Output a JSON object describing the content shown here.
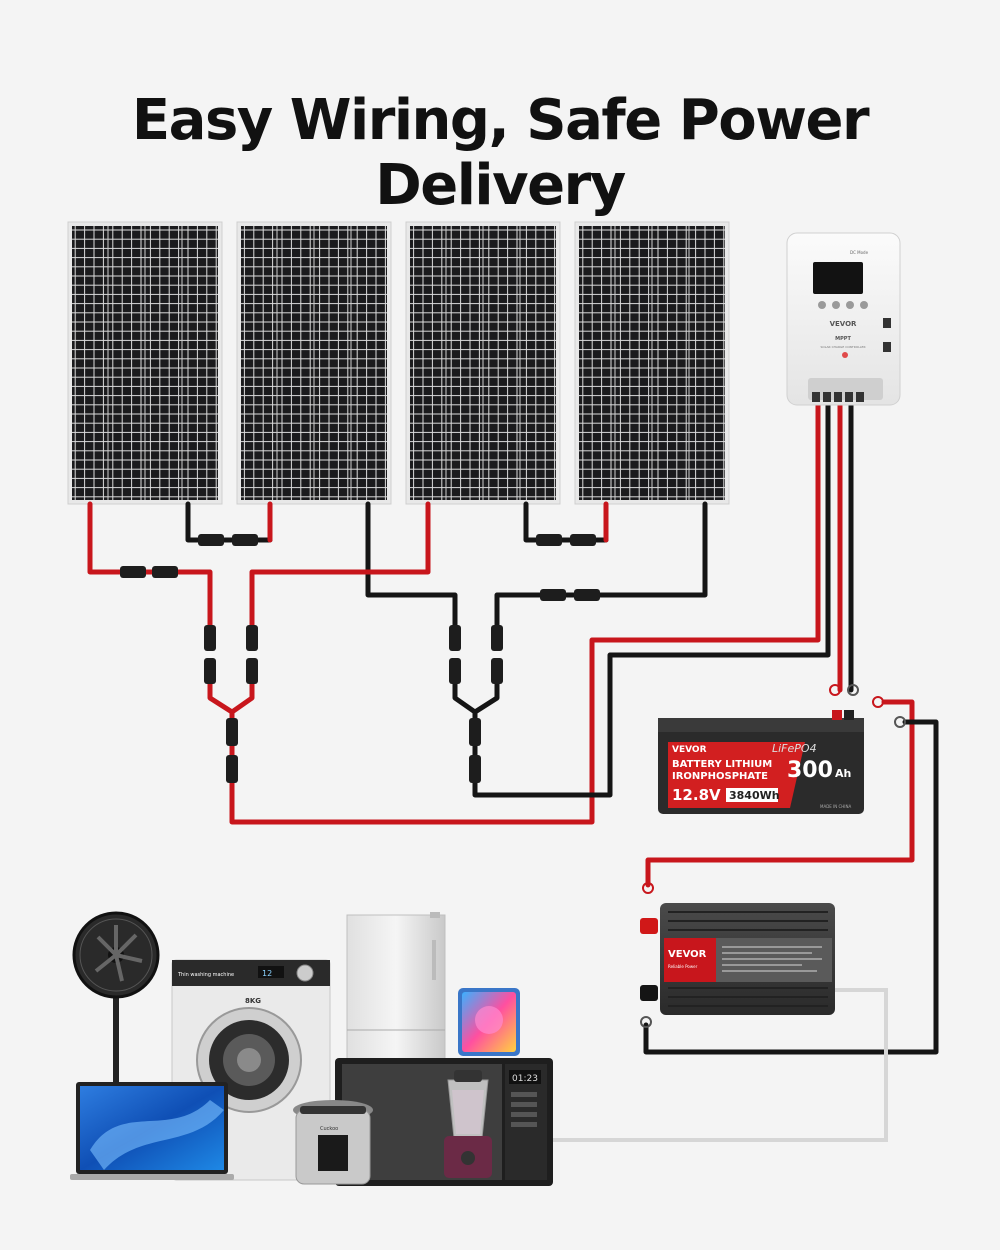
{
  "title": "Easy Wiring, Safe Power Delivery",
  "controller": {
    "brand": "VEVOR",
    "model": "MPPT",
    "subtitle": "SOLAR CHARGE CONTROLLER",
    "top_label": "DC Mode"
  },
  "battery": {
    "brand": "VEVOR",
    "chemistry": "LiFePO4",
    "line1": "BATTERY LITHIUM",
    "line2": "IRONPHOSPHATE",
    "capacity": "300",
    "capacity_unit": "Ah",
    "voltage": "12.8V",
    "energy": "3840Wh",
    "origin": "MADE IN CHINA"
  },
  "inverter": {
    "brand": "VEVOR",
    "tagline": "Reliable Power"
  },
  "appliances": {
    "washer_label": "Thin washing machine",
    "washer_display": "12",
    "washer_badge": "8KG",
    "cooker_label": "Cuckoo",
    "microwave_time": "01:23"
  },
  "colors": {
    "positive_wire": "#c8161c",
    "negative_wire": "#151515",
    "ac_wire": "#d6d6d6",
    "panel_cell": "#1d1d1f",
    "battery_red": "#d21f20"
  }
}
